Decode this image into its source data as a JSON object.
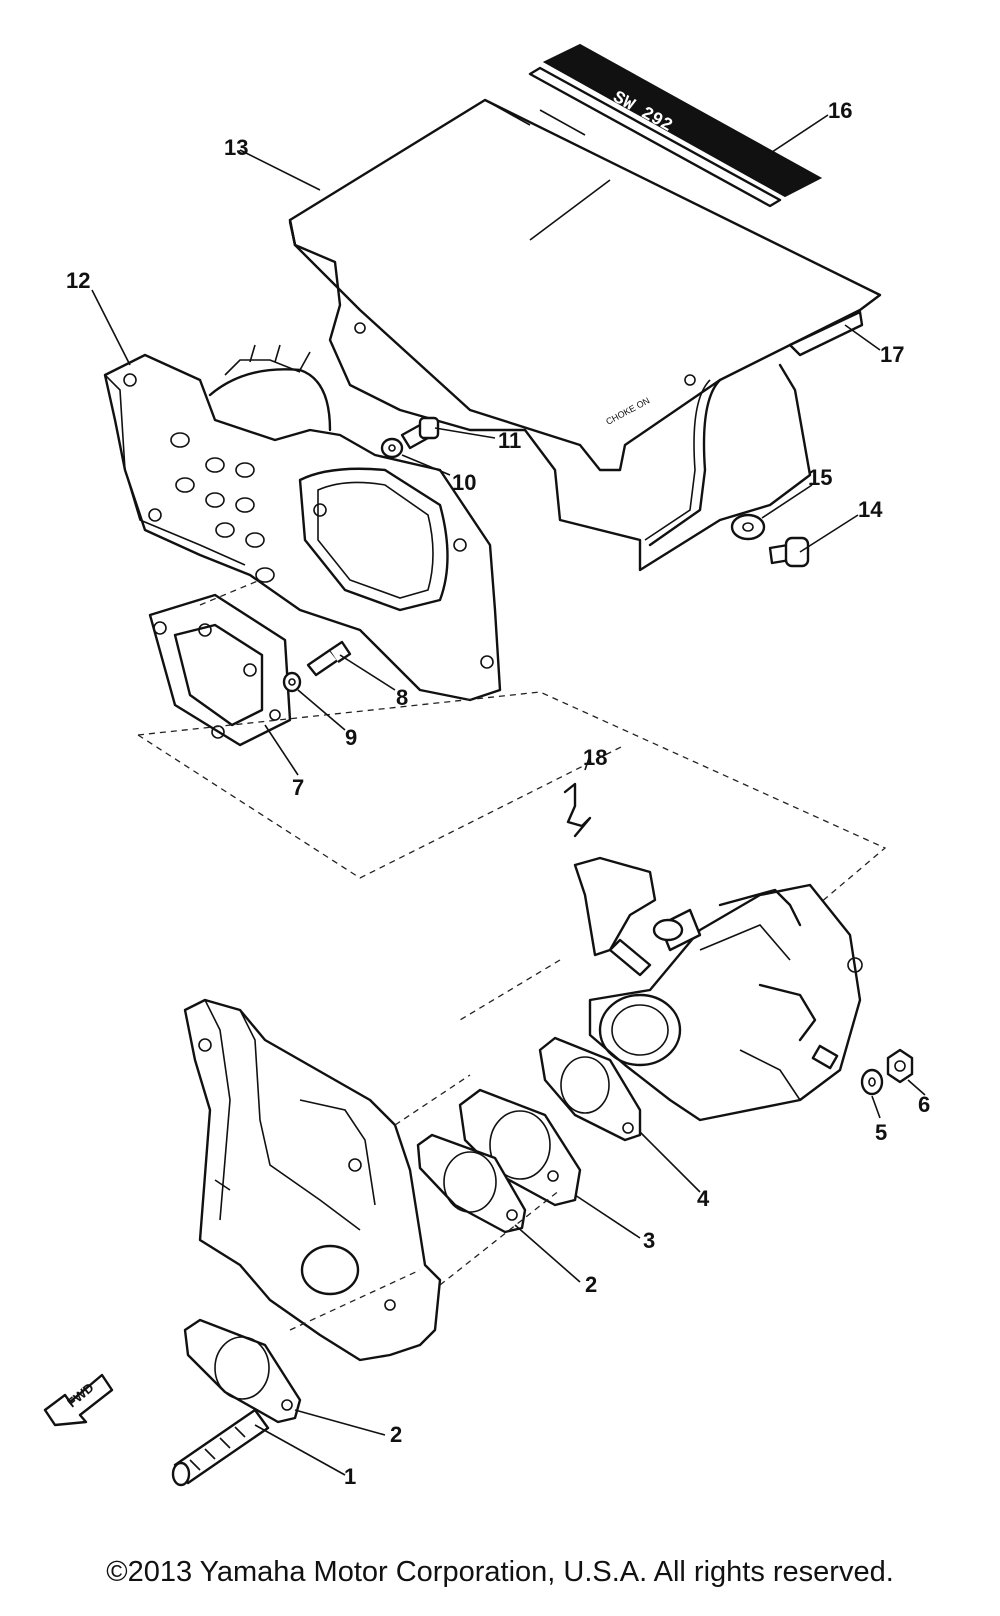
{
  "diagram": {
    "callouts": [
      {
        "id": "1",
        "label": "1"
      },
      {
        "id": "2a",
        "label": "2"
      },
      {
        "id": "2b",
        "label": "2"
      },
      {
        "id": "3",
        "label": "3"
      },
      {
        "id": "4",
        "label": "4"
      },
      {
        "id": "5",
        "label": "5"
      },
      {
        "id": "6",
        "label": "6"
      },
      {
        "id": "7",
        "label": "7"
      },
      {
        "id": "8",
        "label": "8"
      },
      {
        "id": "9",
        "label": "9"
      },
      {
        "id": "10",
        "label": "10"
      },
      {
        "id": "11",
        "label": "11"
      },
      {
        "id": "12",
        "label": "12"
      },
      {
        "id": "13",
        "label": "13"
      },
      {
        "id": "14",
        "label": "14"
      },
      {
        "id": "15",
        "label": "15"
      },
      {
        "id": "16",
        "label": "16"
      },
      {
        "id": "17",
        "label": "17"
      },
      {
        "id": "18",
        "label": "18"
      }
    ],
    "decal_text": "SW 292",
    "fwd_arrow_text": "FWD"
  },
  "footer": {
    "copyright": "©2013 Yamaha Motor Corporation, U.S.A. All rights reserved."
  }
}
